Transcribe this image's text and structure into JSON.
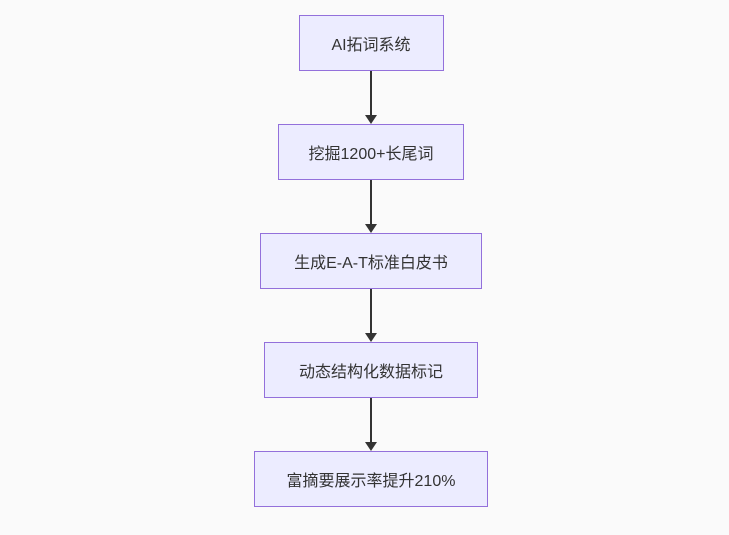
{
  "diagram": {
    "type": "flowchart-top-down",
    "colors": {
      "background": "#fafafa",
      "node_fill": "#ECECFF",
      "node_border": "#9370DB",
      "node_text": "#333333",
      "arrow": "#333333"
    },
    "nodes": [
      {
        "label": "AI拓词系统"
      },
      {
        "label": "挖掘1200+长尾词"
      },
      {
        "label": "生成E-A-T标准白皮书"
      },
      {
        "label": "动态结构化数据标记"
      },
      {
        "label": "富摘要展示率提升210%"
      }
    ],
    "edges": [
      {
        "from": 0,
        "to": 1
      },
      {
        "from": 1,
        "to": 2
      },
      {
        "from": 2,
        "to": 3
      },
      {
        "from": 3,
        "to": 4
      }
    ]
  }
}
